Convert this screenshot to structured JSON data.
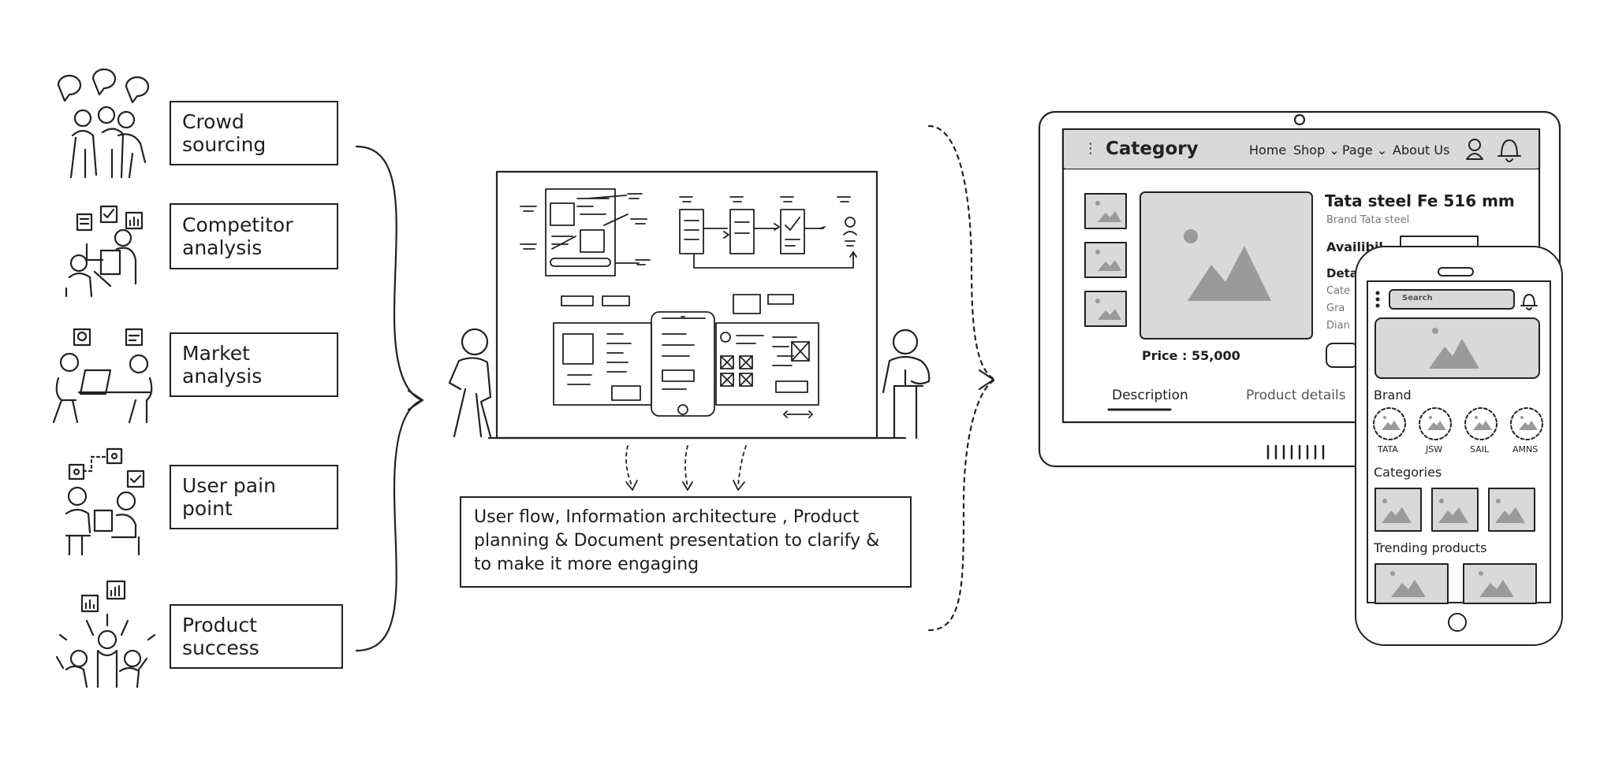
{
  "research_steps": [
    {
      "label": "Crowd sourcing"
    },
    {
      "label": "Competitor analysis"
    },
    {
      "label": "Market analysis"
    },
    {
      "label": "User pain point"
    },
    {
      "label": "Product success"
    }
  ],
  "deliverable_note": "User flow, Information architecture , Product planning & Document presentation to clarify & to make it more engaging",
  "tablet": {
    "title": "Category",
    "nav": {
      "home": "Home",
      "shop": "Shop",
      "page": "Page",
      "about": "About Us"
    },
    "product_title": "Tata steel Fe 516 mm",
    "brand_line": "Brand Tata steel",
    "availability_label": "Availibil",
    "details_label": "Deta",
    "detail_rows": [
      "Cate",
      "Gra",
      "Dian"
    ],
    "price": "Price : 55,000",
    "tab_description": "Description",
    "tab_product_details": "Product details"
  },
  "phone": {
    "search_placeholder": "Search",
    "brand_heading": "Brand",
    "brands": [
      "TATA",
      "JSW",
      "SAIL",
      "AMNS"
    ],
    "categories_heading": "Categories",
    "trending_heading": "Trending products"
  }
}
